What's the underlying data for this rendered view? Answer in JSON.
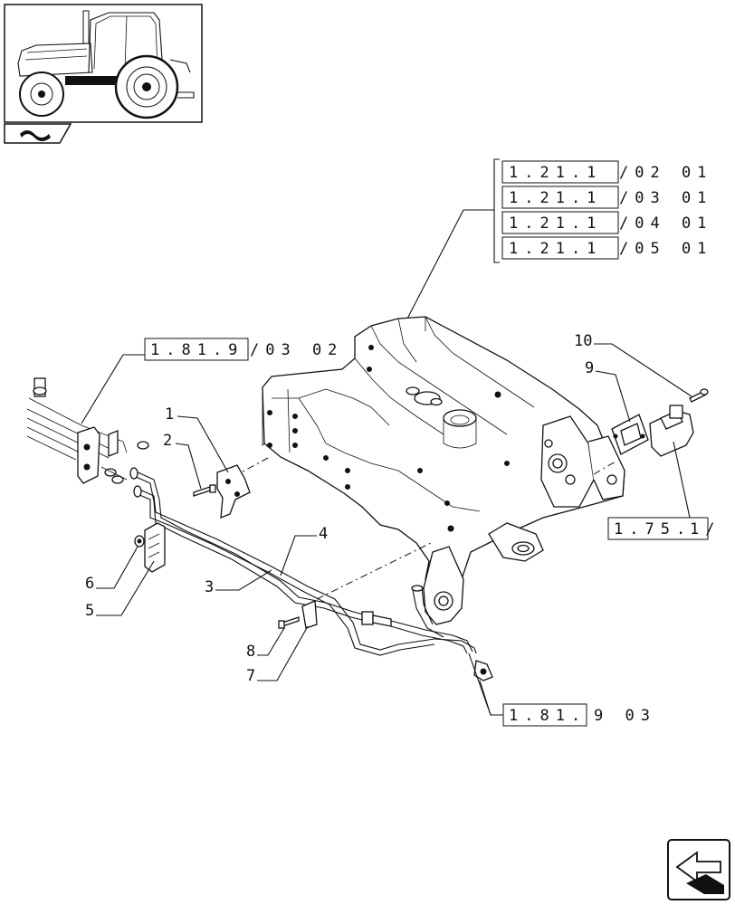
{
  "references": {
    "frame": [
      {
        "code": "1.21.1",
        "suffix": "/02 01"
      },
      {
        "code": "1.21.1",
        "suffix": "/03 01"
      },
      {
        "code": "1.21.1",
        "suffix": "/04 01"
      },
      {
        "code": "1.21.1",
        "suffix": "/05 01"
      }
    ],
    "left_bracket": {
      "code": "1.81.9",
      "suffix": "/03 02"
    },
    "bottom": {
      "code": "1.81.",
      "suffix": "9 03"
    },
    "right": {
      "code": "1.75.",
      "suffix": "1/"
    }
  },
  "callouts": [
    "1",
    "2",
    "3",
    "4",
    "5",
    "6",
    "7",
    "8",
    "9",
    "10"
  ],
  "icons": {
    "thumbnail": "tractor-thumbnail-icon",
    "model_badge": "model-badge-icon",
    "nav": "next-page-arrow-icon"
  }
}
